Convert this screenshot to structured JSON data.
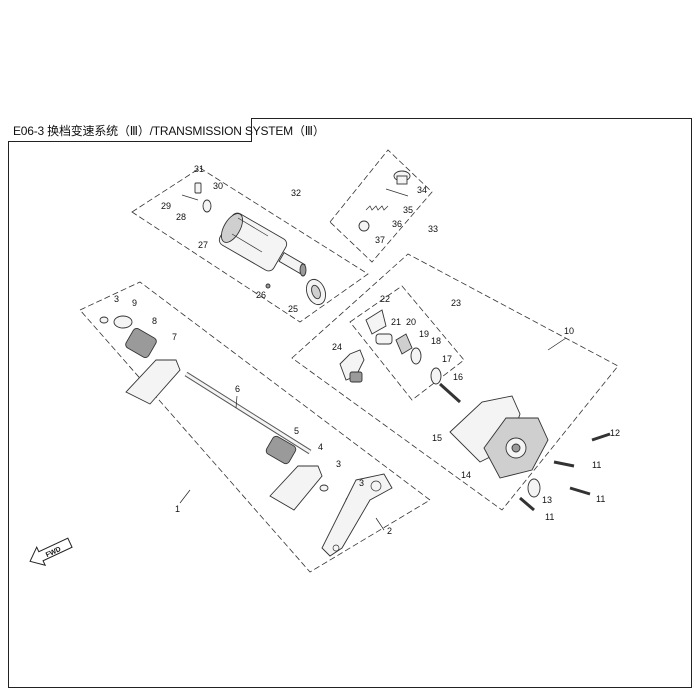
{
  "title": "E06-3 换档变速系统（Ⅲ）/TRANSMISSION SYSTEM（Ⅲ）",
  "direction_label": "FWD",
  "callouts": [
    "1",
    "2",
    "3",
    "3",
    "3",
    "4",
    "5",
    "6",
    "7",
    "8",
    "9",
    "10",
    "11",
    "11",
    "11",
    "12",
    "13",
    "14",
    "15",
    "16",
    "17",
    "18",
    "19",
    "20",
    "21",
    "22",
    "23",
    "24",
    "25",
    "26",
    "27",
    "28",
    "29",
    "30",
    "31",
    "32",
    "33",
    "34",
    "35",
    "36",
    "37"
  ],
  "colors": {
    "line": "#222222",
    "part_fill": "#f4f4f4",
    "dark_fill": "#9a9a9a"
  }
}
